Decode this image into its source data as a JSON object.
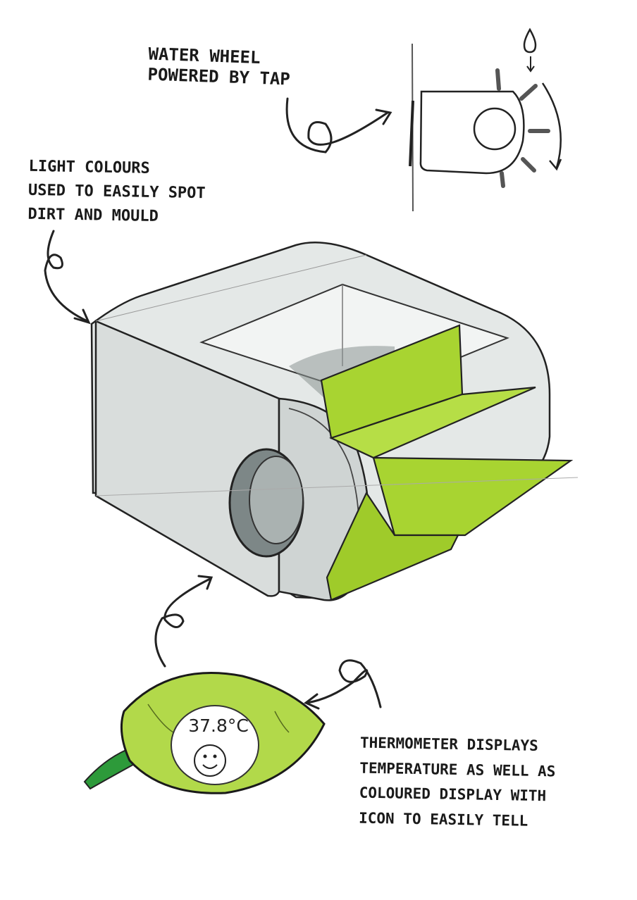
{
  "annotations": {
    "water_wheel": [
      "WATER WHEEL",
      "POWERED BY TAP"
    ],
    "light_colours": [
      "LIGHT COLOURS",
      "USED TO EASILY SPOT",
      "DIRT AND MOULD"
    ],
    "thermometer": [
      "THERMOMETER DISPLAYS",
      "TEMPERATURE AS WELL AS",
      "COLOURED DISPLAY WITH",
      "ICON TO EASILY TELL"
    ]
  },
  "thermometer_display": {
    "temperature": "37.8°C",
    "icon": "smiley-face-icon"
  },
  "icons": {
    "water_drop": "water-drop-icon",
    "water_wheel": "water-wheel-icon",
    "leaf_thermometer": "leaf-icon"
  },
  "colors": {
    "shell": "#dfe3e2",
    "insert_green": "#a8d431",
    "ink": "#1a1a1a",
    "leaf_stem": "#2d9a3a",
    "opening_grey": "#7d8787"
  }
}
